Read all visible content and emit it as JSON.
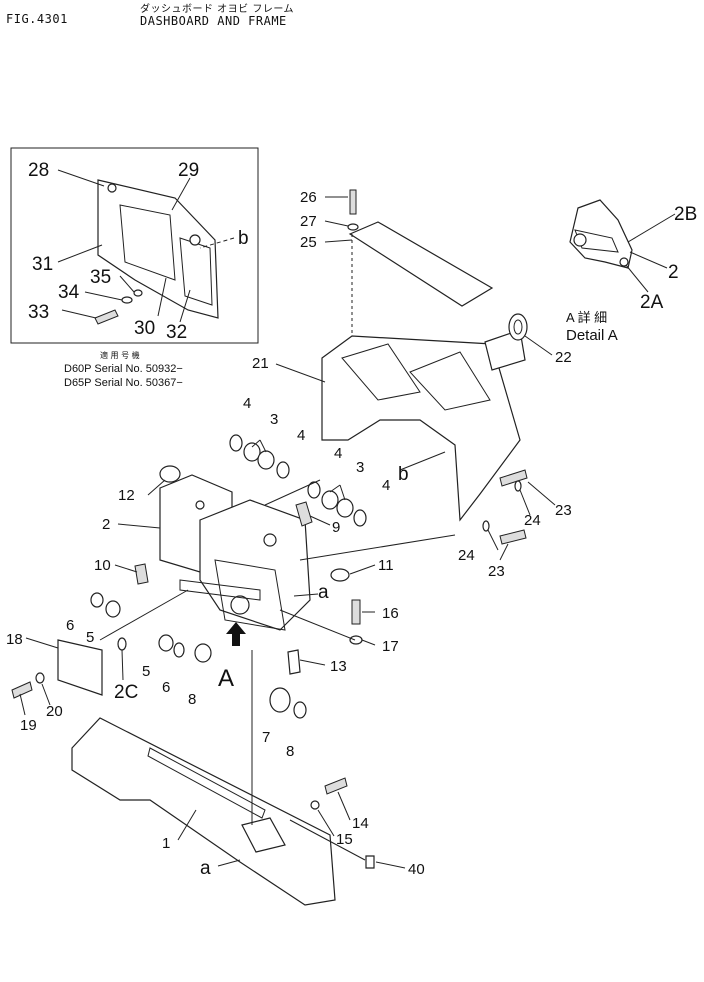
{
  "header": {
    "fig_id": "FIG.4301",
    "title_jp": "ダッシュボード オヨビ フレーム",
    "title_en": "DASHBOARD AND FRAME"
  },
  "inset": {
    "labels": [
      "28",
      "29",
      "31",
      "35",
      "34",
      "33",
      "30",
      "32",
      "b"
    ],
    "applicable_jp": "適 用 号 機",
    "serial_1": "D60P Serial No. 50932−",
    "serial_2": "D65P Serial No. 50367−"
  },
  "detail": {
    "labels": [
      "2B",
      "2",
      "2A"
    ],
    "title_jp": "A 詳 細",
    "title_en": "Detail A"
  },
  "callouts": {
    "c26": "26",
    "c27": "27",
    "c25": "25",
    "c22": "22",
    "c21": "21",
    "c4a": "4",
    "c3a": "3",
    "c4b": "4",
    "c4c": "4",
    "c3b": "3",
    "c4d": "4",
    "c12": "12",
    "c2": "2",
    "c9": "9",
    "cb": "b",
    "c23a": "23",
    "c24a": "24",
    "c24b": "24",
    "c23b": "23",
    "c10": "10",
    "c11": "11",
    "ca1": "a",
    "c6a": "6",
    "c5a": "5",
    "c16": "16",
    "c18": "18",
    "c17": "17",
    "c5b": "5",
    "c6b": "6",
    "c8a": "8",
    "cA": "A",
    "c13": "13",
    "c2C": "2C",
    "c19": "19",
    "c20": "20",
    "c7": "7",
    "c8b": "8",
    "c14": "14",
    "c15": "15",
    "c1": "1",
    "ca2": "a",
    "c40": "40"
  }
}
